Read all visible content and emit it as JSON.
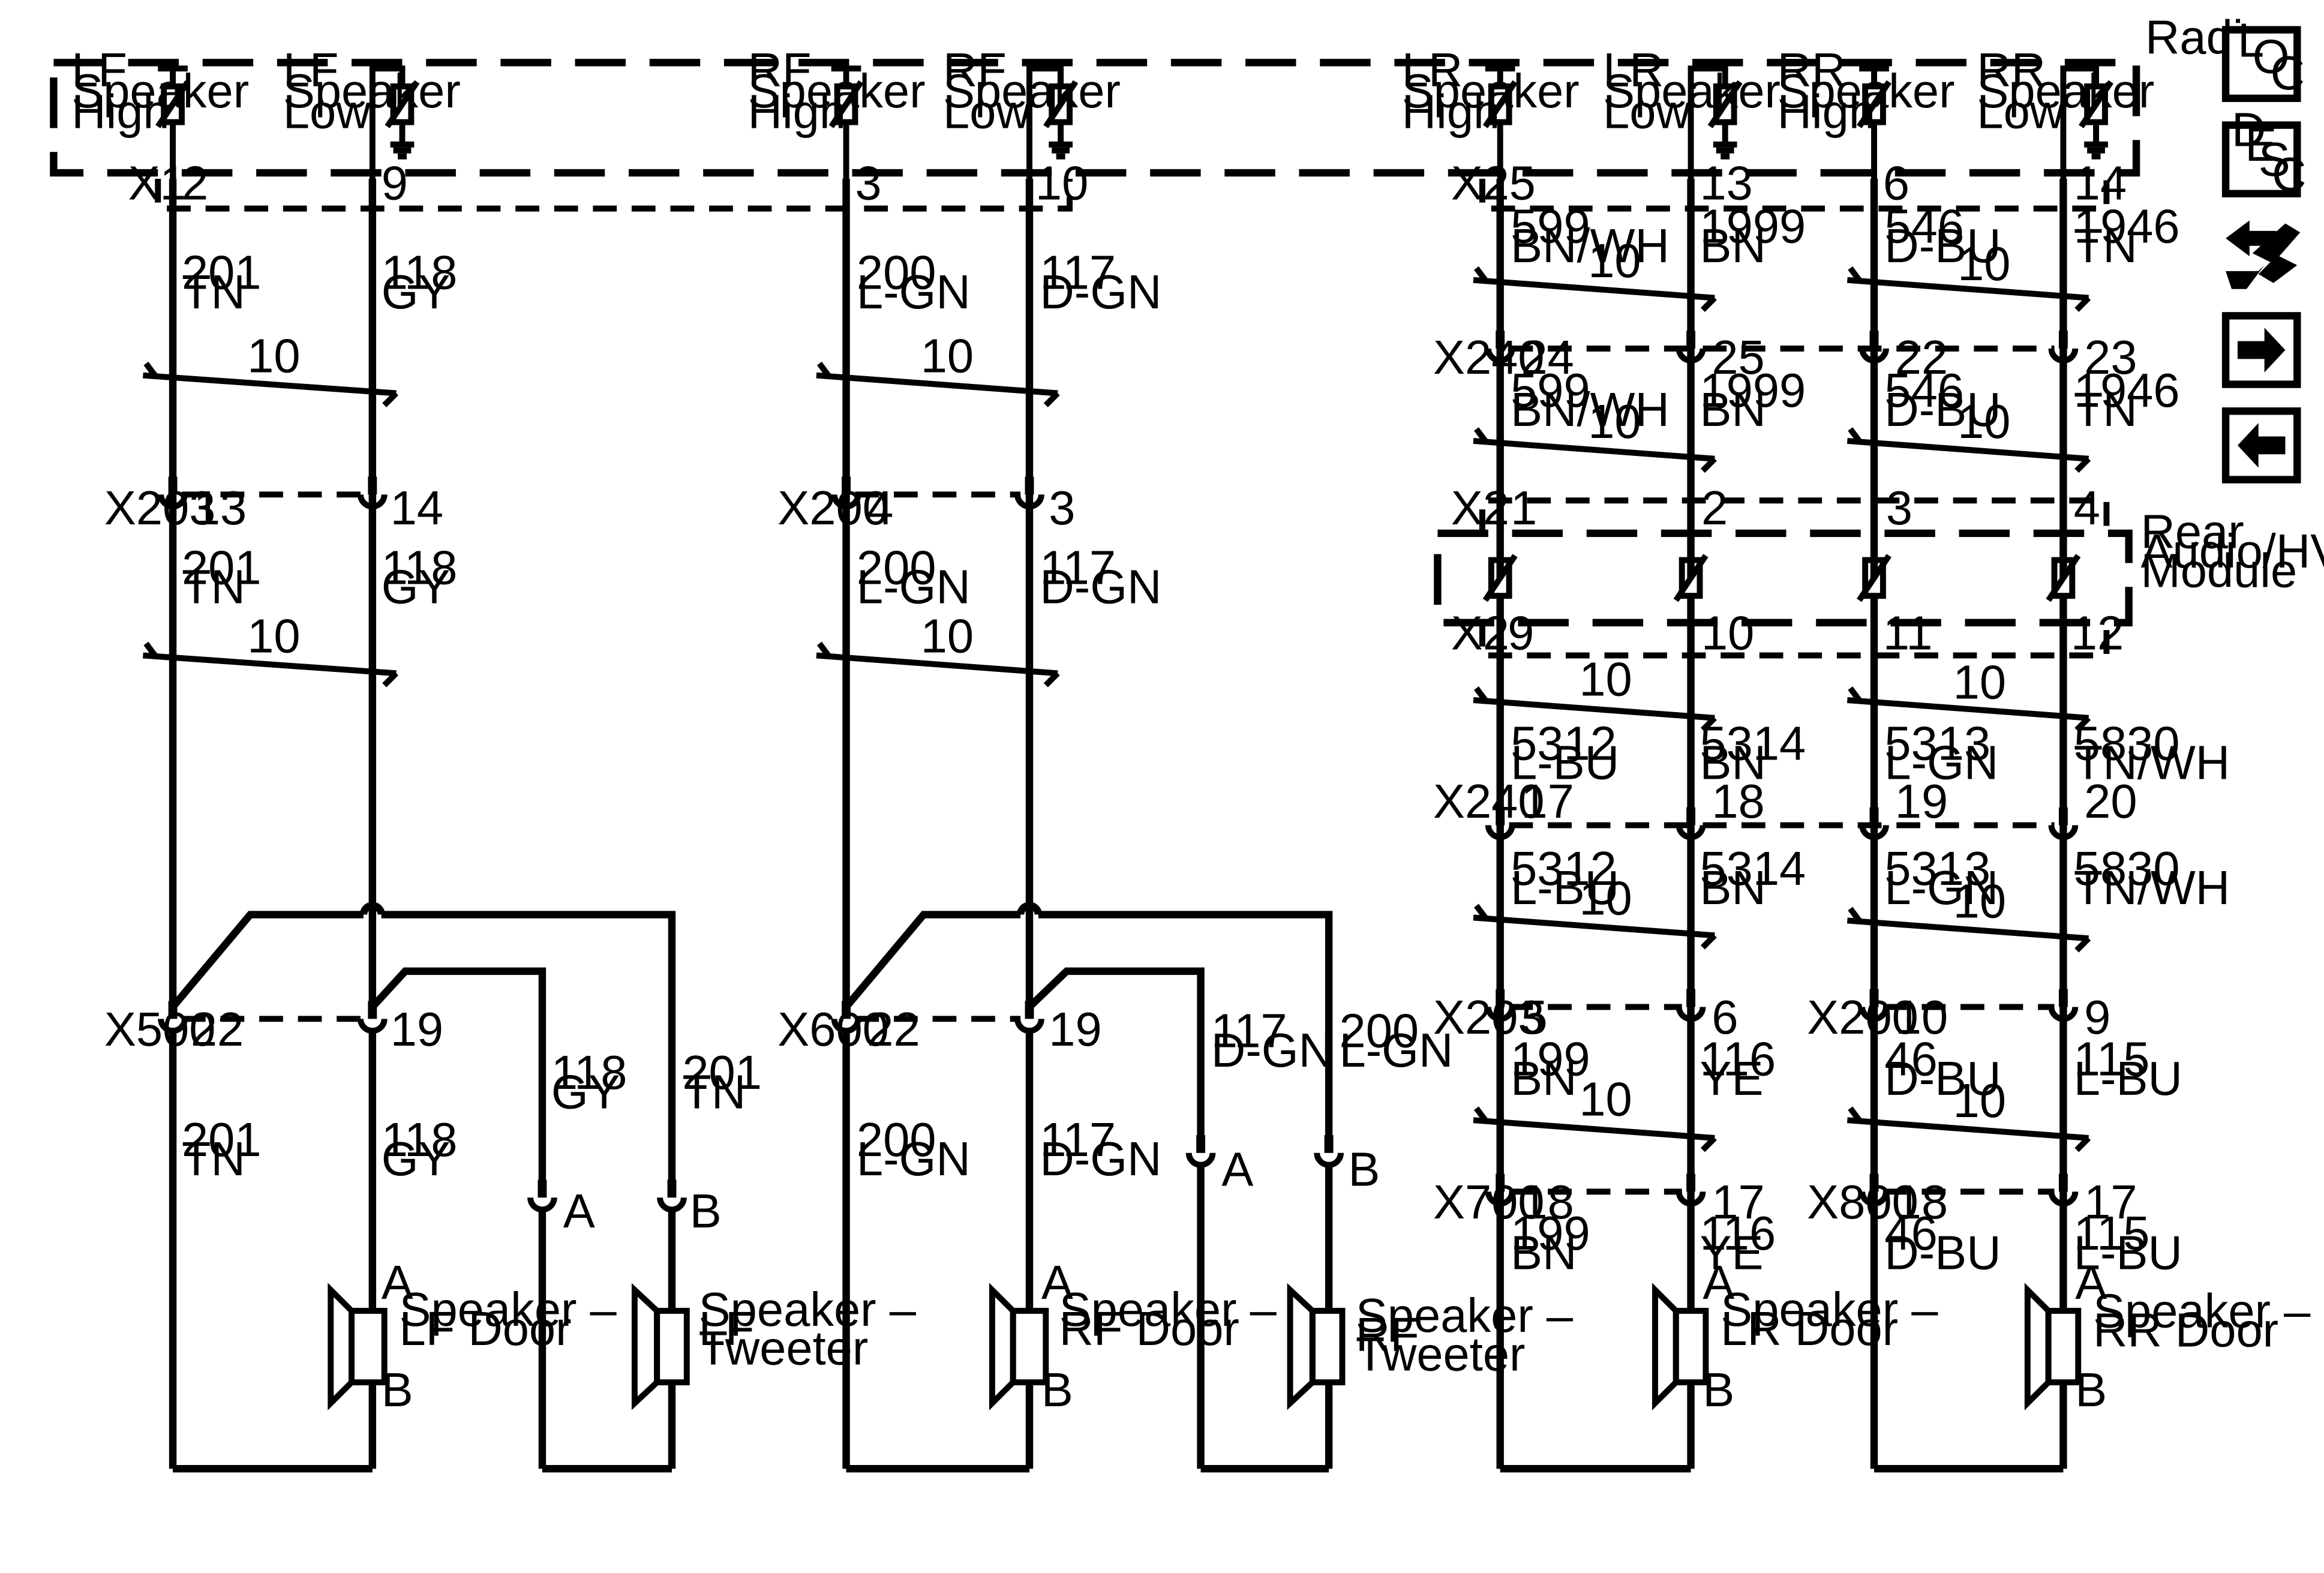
{
  "radio_label": "Radio",
  "rear_module_label": [
    "Rear",
    "Audio/HVAC",
    "Module"
  ],
  "nav": {
    "loc": [
      "L",
      "O",
      "C"
    ],
    "desc": [
      "D",
      "E",
      "S",
      "C"
    ],
    "icons": [
      "connector-swap-icon",
      "arrow-right-icon",
      "arrow-left-icon"
    ]
  },
  "radio_terminals": [
    [
      "LF",
      "Speaker",
      "High"
    ],
    [
      "LF",
      "Speaker",
      "Low"
    ],
    [
      "RF",
      "Speaker",
      "High"
    ],
    [
      "RF",
      "Speaker",
      "Low"
    ],
    [
      "LR",
      "Speaker",
      "High"
    ],
    [
      "LR",
      "Speaker",
      "Low"
    ],
    [
      "RR",
      "Speaker",
      "High"
    ],
    [
      "RR",
      "Speaker",
      "Low"
    ]
  ],
  "connectors": {
    "x1": "X1",
    "x2a": "X2",
    "x240a": "X240",
    "x203f": "X203",
    "x200f": "X200",
    "x2b": "X2",
    "x2c": "X2",
    "x240b": "X240",
    "x203r": "X203",
    "x200r": "X200",
    "x500": "X500",
    "x600": "X600",
    "x700": "X700",
    "x800": "X800"
  },
  "pins": {
    "x1": [
      "2",
      "9",
      "3",
      "10"
    ],
    "x2a": [
      "5",
      "13",
      "6",
      "14"
    ],
    "x240a": [
      "24",
      "25",
      "22",
      "23"
    ],
    "x203f": [
      "13",
      "14"
    ],
    "x200f": [
      "4",
      "3"
    ],
    "x2b": [
      "1",
      "2",
      "3",
      "4"
    ],
    "x2c": [
      "9",
      "10",
      "11",
      "12"
    ],
    "x240b": [
      "17",
      "18",
      "19",
      "20"
    ],
    "x203r": [
      "5",
      "6"
    ],
    "x200r": [
      "10",
      "9"
    ],
    "x500": [
      "22",
      "19"
    ],
    "x600": [
      "22",
      "19"
    ],
    "x700": [
      "18",
      "17"
    ],
    "x800": [
      "18",
      "17"
    ],
    "tweeter": [
      "A",
      "B",
      "A",
      "B"
    ]
  },
  "circuits": {
    "lf_hi": [
      "201",
      "TN"
    ],
    "lf_lo": [
      "118",
      "GY"
    ],
    "rf_hi": [
      "200",
      "L-GN"
    ],
    "rf_lo": [
      "117",
      "D-GN"
    ],
    "lr_hi_a": [
      "599",
      "BN/WH"
    ],
    "lr_lo_a": [
      "1999",
      "BN"
    ],
    "rr_hi_a": [
      "546",
      "D-BU"
    ],
    "rr_lo_a": [
      "1946",
      "TN"
    ],
    "lr_hi_b": [
      "5312",
      "L-BU"
    ],
    "lr_lo_b": [
      "5314",
      "BN"
    ],
    "rr_hi_b": [
      "5313",
      "L-GN"
    ],
    "rr_lo_b": [
      "5830",
      "TN/WH"
    ],
    "lr_hi_c": [
      "199",
      "BN"
    ],
    "lr_lo_c": [
      "116",
      "YE"
    ],
    "rr_hi_c": [
      "46",
      "D-BU"
    ],
    "rr_lo_c": [
      "115",
      "L-BU"
    ]
  },
  "twist_label": "10",
  "speakers": [
    {
      "name": [
        "Speaker –",
        "LF Door"
      ],
      "pin_a": "A",
      "pin_b": "B"
    },
    {
      "name": [
        "Speaker –",
        "LF",
        "Tweeter"
      ]
    },
    {
      "name": [
        "Speaker –",
        "RF Door"
      ],
      "pin_a": "A",
      "pin_b": "B"
    },
    {
      "name": [
        "Speaker –",
        "RF",
        "Tweeter"
      ]
    },
    {
      "name": [
        "Speaker –",
        "LR Door"
      ],
      "pin_a": "A",
      "pin_b": "B"
    },
    {
      "name": [
        "Speaker –",
        "RR Door"
      ],
      "pin_a": "A",
      "pin_b": "B"
    }
  ]
}
